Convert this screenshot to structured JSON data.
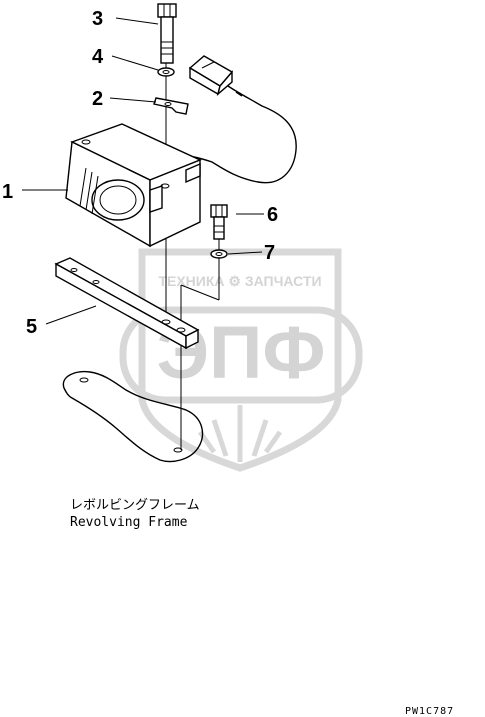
{
  "callouts": {
    "c1": "1",
    "c2": "2",
    "c3": "3",
    "c4": "4",
    "c5": "5",
    "c6": "6",
    "c7": "7"
  },
  "caption": {
    "japanese": "レボルビングフレーム",
    "english": "Revolving Frame"
  },
  "drawing_code": "PW1C787",
  "watermark": {
    "company": "ТЕХНИКА ⚙ ЗАПЧАСТИ",
    "logo": "ЭПФ",
    "color": "#d4d4d4"
  }
}
